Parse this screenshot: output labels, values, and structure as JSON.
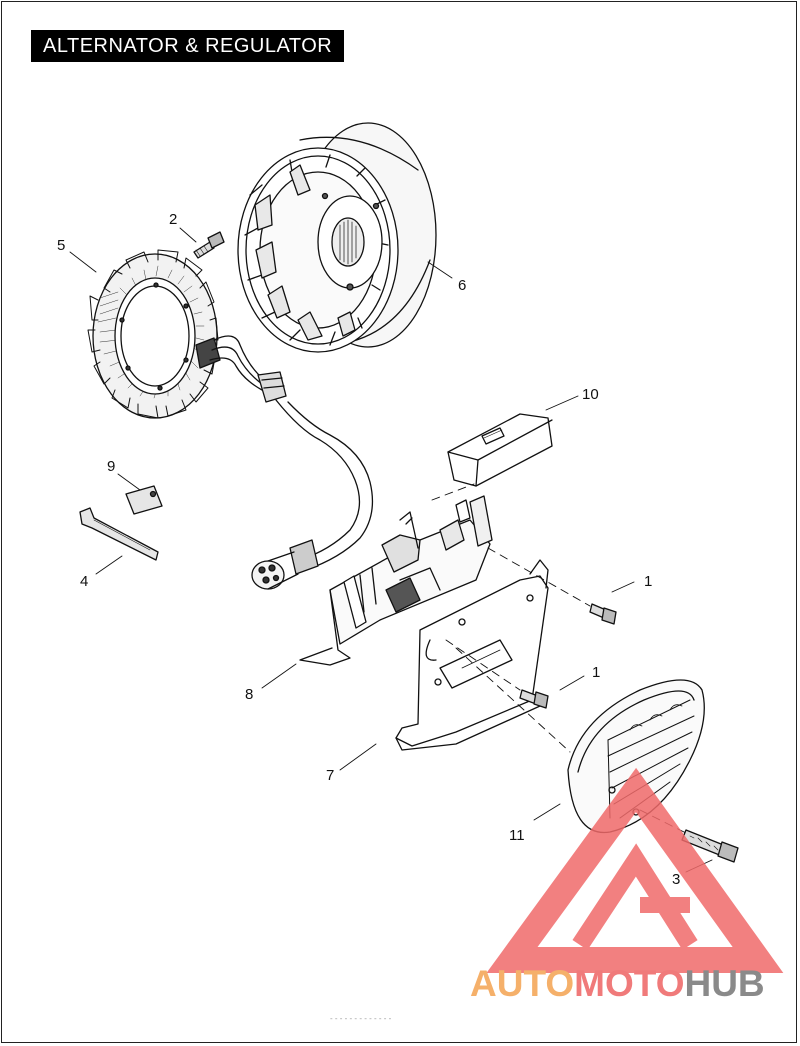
{
  "title": "ALTERNATOR & REGULATOR",
  "callouts": {
    "c1a": "1",
    "c1b": "1",
    "c2": "2",
    "c3": "3",
    "c4": "4",
    "c5": "5",
    "c6": "6",
    "c7": "7",
    "c8": "8",
    "c9": "9",
    "c10": "10",
    "c11": "11"
  },
  "watermark": {
    "part1": "AUTO",
    "part2": "MOTO",
    "part3": "HUB",
    "colors": {
      "auto": "#f5b06a",
      "moto": "#f07a7a",
      "hub": "#8a8a8a",
      "logo": "#f06a6a"
    }
  },
  "footer": "- - - - - - - - - - - - -"
}
